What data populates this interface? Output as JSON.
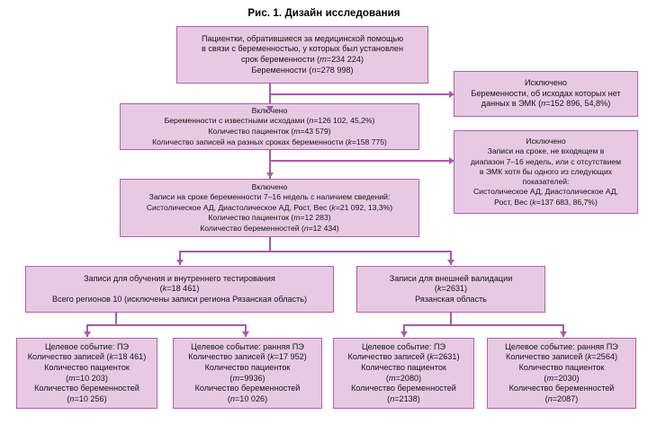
{
  "figure": {
    "title": "Рис. 1. Дизайн исследования",
    "accent_border": "#ae62ab",
    "accent_fill": "#e7c9e4",
    "connector_color": "#a85ba6",
    "background": "#ffffff"
  },
  "nodes": {
    "source_cohort": {
      "lines": [
        "Пациентки, обратившиеся за медицинской помощью",
        "в связи с беременностью, у которых был установлен",
        "срок беременности (m=234 224)",
        "Беременности (n=278 998)"
      ]
    },
    "excluded_no_outcome": {
      "lines": [
        "Исключено",
        "Беременности, об исходах которых нет",
        "данных в ЭМК (n=152 896, 54,8%)"
      ]
    },
    "included_known_outcome": {
      "lines": [
        "Включено",
        "Беременности с известными исходами (n=126 102, 45,2%)",
        "Количество пациенток (m=43 579)",
        "Количество записей на разных сроках беременности (k=158 775)"
      ]
    },
    "excluded_out_of_range": {
      "lines": [
        "Исключено",
        "Записи на сроке, не входящем в",
        "диапазон 7–16 недель, или с отсутствием",
        "в ЭМК хотя бы одного из следующих",
        "показателей:",
        "Систолическое АД, Диастолическое АД,",
        "Рост, Вес (k=137 683, 86,7%)"
      ]
    },
    "included_7_16_weeks": {
      "lines": [
        "Включено",
        "Записи на сроке беременности 7–16 недель с наличием сведений:",
        "Систолическое АД, Диастолическое АД, Рост, Вес (k=21 092, 13,3%)",
        "Количество пациенток (m=12 283)",
        "Количество беременностей (n=12 434)"
      ]
    },
    "training_set": {
      "lines": [
        "Записи для обучения и внутреннего тестирования",
        "(k=18 461)",
        "Всего регионов 10 (исключены записи региона Рязанская область)"
      ]
    },
    "external_validation_set": {
      "lines": [
        "Записи для внешней валидации",
        "(k=2631)",
        "Рязанская область"
      ]
    },
    "outcome_train_pe": {
      "lines": [
        "Целевое событие: ПЭ",
        "Количество записей (k=18 461)",
        "Количество пациенток",
        "(m=10 203)",
        "Количество беременностей",
        "(n=10 256)"
      ]
    },
    "outcome_train_early_pe": {
      "lines": [
        "Целевое событие: ранняя ПЭ",
        "Количество записей (k=17 952)",
        "Количество пациенток",
        "(m=9936)",
        "Количество беременностей",
        "(n=10 026)"
      ]
    },
    "outcome_valid_pe": {
      "lines": [
        "Целевое событие: ПЭ",
        "Количество записей (k=2631)",
        "Количество пациенток",
        "(m=2080)",
        "Количество беременностей",
        "(n=2138)"
      ]
    },
    "outcome_valid_early_pe": {
      "lines": [
        "Целевое событие: ранняя ПЭ",
        "Количество записей (k=2564)",
        "Количество пациенток",
        "(m=2030)",
        "Количество беременностей",
        "(n=2087)"
      ]
    }
  }
}
